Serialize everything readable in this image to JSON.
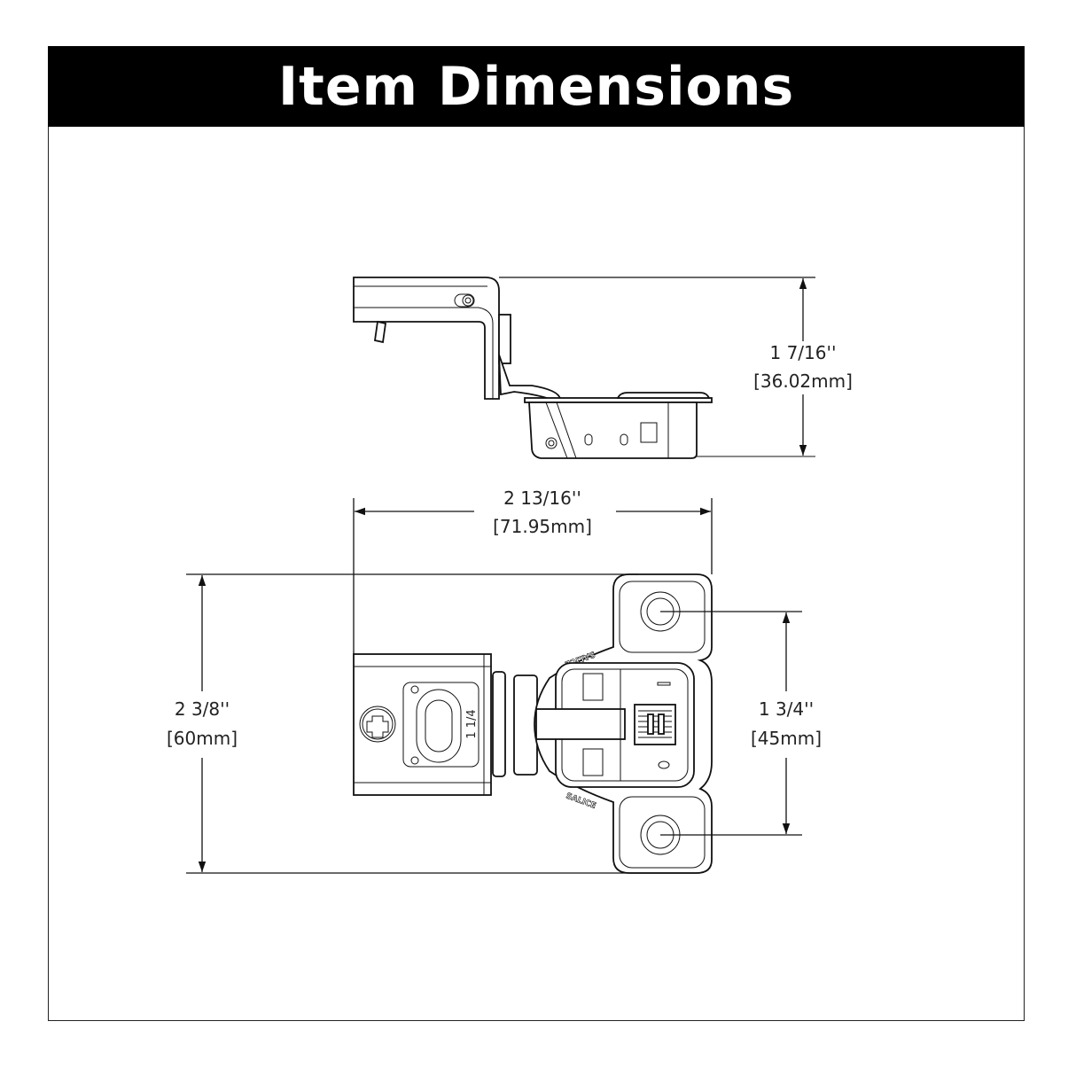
{
  "title": "Item Dimensions",
  "dimensions": {
    "height": {
      "imperial": "1 7/16''",
      "metric": "[36.02mm]"
    },
    "width": {
      "imperial": "2 13/16''",
      "metric": "[71.95mm]"
    },
    "plate_length": {
      "imperial": "2 3/8''",
      "metric": "[60mm]"
    },
    "hole_spacing": {
      "imperial": "1 3/4''",
      "metric": "[45mm]"
    }
  },
  "part_markings": {
    "brand": "SALICE",
    "overlay": "1 1/4"
  }
}
